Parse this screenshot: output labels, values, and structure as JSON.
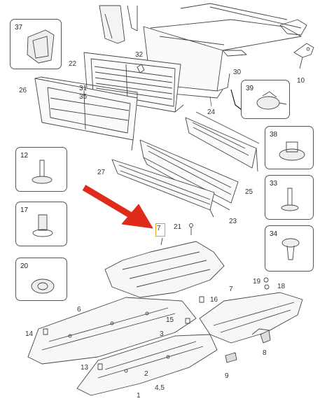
{
  "callouts": {
    "c37": "37",
    "c32": "32",
    "c30": "30",
    "c10": "10",
    "c22": "22",
    "c26": "26",
    "c31": "31",
    "c35": "35",
    "c39": "39",
    "c24": "24",
    "c38": "38",
    "c12": "12",
    "c27": "27",
    "c25": "25",
    "c33": "33",
    "c17": "17",
    "c21": "21",
    "c7a": "7",
    "c23": "23",
    "c34": "34",
    "c20": "20",
    "c19": "19",
    "c18": "18",
    "c6": "6",
    "c7b": "7",
    "c16": "16",
    "c15": "15",
    "c14": "14",
    "c3": "3",
    "c13": "13",
    "c2": "2",
    "c45": "4,5",
    "c1": "1",
    "c8": "8",
    "c9": "9"
  },
  "colors": {
    "highlight": "#e0a020",
    "arrow": "#e02a1a",
    "line": "#444444"
  }
}
